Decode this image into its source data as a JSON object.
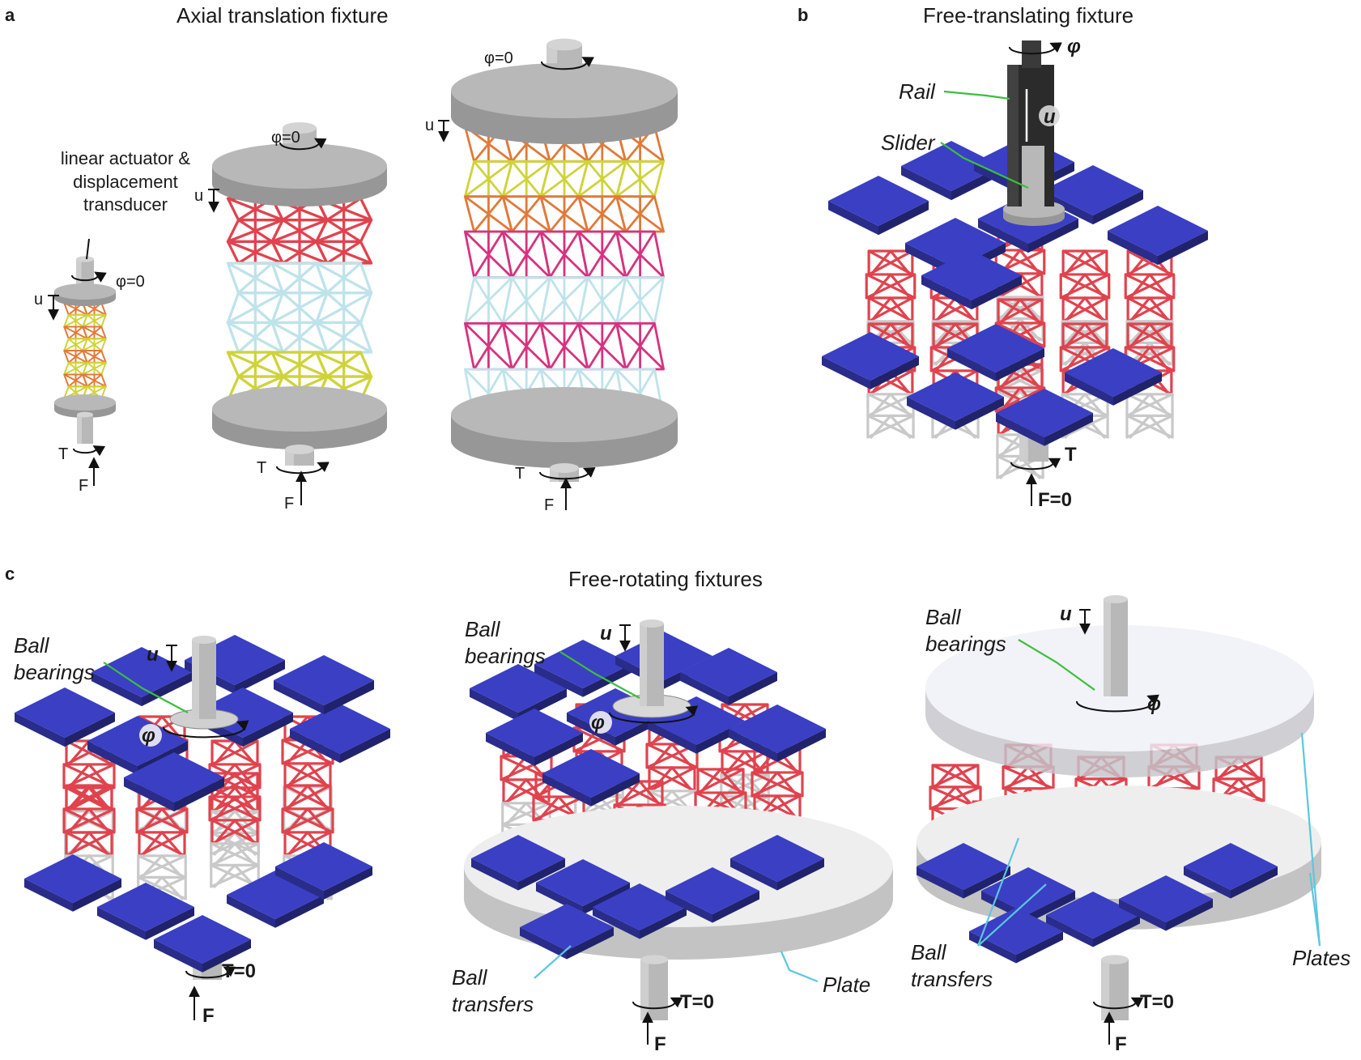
{
  "panels": {
    "a": {
      "letter": "a",
      "title": "Axial translation fixture"
    },
    "b": {
      "letter": "b",
      "title": "Free-translating fixture"
    },
    "c": {
      "letter": "c",
      "title": "Free-rotating fixtures"
    }
  },
  "a_small": {
    "actuator_label": "linear actuator & displacement transducer",
    "u": "u",
    "phi": "φ=0",
    "T": "T",
    "F": "F"
  },
  "a_medium": {
    "u": "u",
    "phi": "φ=0",
    "T": "T",
    "F": "F"
  },
  "a_large": {
    "u": "u",
    "phi": "φ=0",
    "T": "T",
    "F": "F"
  },
  "b_labels": {
    "rail": "Rail",
    "slider": "Slider",
    "u": "u",
    "phi": "φ",
    "T": "T",
    "F": "F=0"
  },
  "c1": {
    "ball_bearings": "Ball bearings",
    "u": "u",
    "phi": "φ",
    "T": "T=0",
    "F": "F"
  },
  "c2": {
    "ball_bearings": "Ball bearings",
    "ball_transfers": "Ball transfers",
    "plate": "Plate",
    "u": "u",
    "phi": "φ",
    "T": "T=0",
    "F": "F"
  },
  "c3": {
    "ball_bearings": "Ball bearings",
    "ball_transfers": "Ball transfers",
    "plates": "Plates",
    "u": "u",
    "phi": "φ",
    "T": "T=0",
    "F": "F"
  },
  "colors": {
    "steel": "#b8b8b8",
    "steel_dark": "#8f8f8f",
    "plate_blue": "#3a3fc4",
    "lattice_red": "#e0434e",
    "lattice_grey": "#c9c9c9",
    "lattice_orange": "#e07a3a",
    "lattice_yellow": "#cfd33a",
    "lattice_lightblue": "#bfe3ea",
    "lattice_pink": "#d6337f",
    "rail_dark": "#2b2b2b",
    "leader_green": "#3cbf3c",
    "leader_cyan": "#5cc6e0"
  }
}
